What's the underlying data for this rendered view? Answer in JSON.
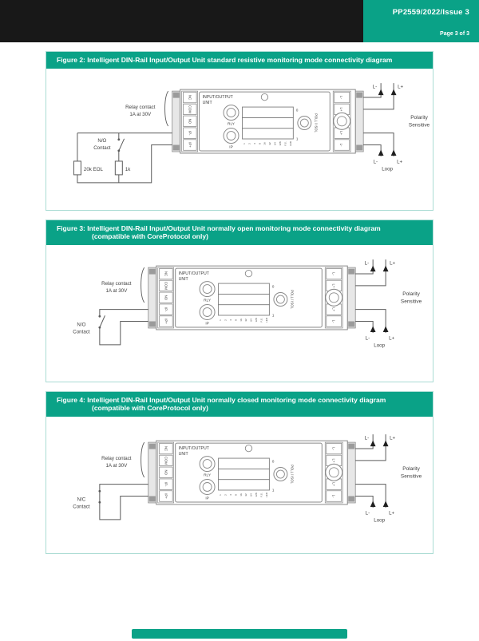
{
  "header": {
    "doc_ref": "PP2559/2022/Issue 3",
    "page_label": "Page 3 of 3"
  },
  "figures": [
    {
      "caption_line1": "Figure 2: Intelligent DIN-Rail Input/Output Unit standard resistive monitoring mode connectivity diagram",
      "caption_line2": "",
      "mode": "resistive",
      "contact": [
        "N/O",
        "Contact"
      ],
      "eol_resistor": "20k EOL",
      "series_resistor": "1k"
    },
    {
      "caption_line1": "Figure 3: Intelligent DIN-Rail Input/Output Unit normally open monitoring mode connectivity diagram",
      "caption_line2": "(compatible with CoreProtocol only)",
      "mode": "normally-open",
      "contact": [
        "N/O",
        "Contact"
      ]
    },
    {
      "caption_line1": "Figure 4: Intelligent DIN-Rail Input/Output Unit normally closed monitoring mode connectivity diagram",
      "caption_line2": "(compatible with CoreProtocol only)",
      "mode": "normally-closed",
      "contact": [
        "N/C",
        "Contact"
      ]
    }
  ],
  "module": {
    "title": [
      "INPUT/OUTPUT",
      "UNIT"
    ],
    "left_terminals": [
      "NC",
      "COM",
      "NO",
      "IP-",
      "IP+"
    ],
    "right_terminals": [
      "L-",
      "L+",
      "L+",
      "L-"
    ],
    "rly": "RLY",
    "ip": "IP",
    "poll": "POLL / ISOL",
    "dip": [
      "1",
      "2",
      "4",
      "8",
      "16",
      "32",
      "64",
      "128",
      "F.S.",
      "LED"
    ],
    "dip_off": "0",
    "dip_on": "1"
  },
  "shared_labels": {
    "relay": [
      "Relay contact",
      "1A at 30V"
    ],
    "polarity": [
      "Polarity",
      "Sensitive"
    ],
    "loop": "Loop",
    "top_left": "L-",
    "top_right": "L+",
    "bottom_left": "L-",
    "bottom_right": "L+"
  },
  "colors": {
    "teal": "#0aa287",
    "teal_border": "#abdcd4",
    "header_black": "#181818",
    "line": "#5a5a5a",
    "module_stroke": "#8a8a8a",
    "terminal_stroke": "#7d7d7d",
    "cap_fill": "#e7e7e7",
    "cap_band": "#9b9b9b",
    "arrow": "#1f1f1f",
    "text": "#3e3e3e"
  }
}
